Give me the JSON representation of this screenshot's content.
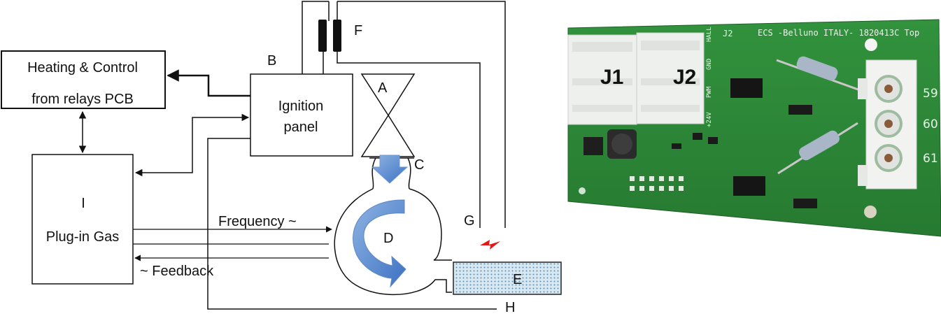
{
  "diagram": {
    "heating_control": {
      "line1": "Heating & Control",
      "line2": "from relays PCB"
    },
    "ignition_panel": {
      "line1": "Ignition",
      "line2": "panel",
      "tag": "B"
    },
    "plugin_gas": {
      "tag": "I",
      "label": "Plug-in Gas"
    },
    "valve_tag": "A",
    "connector_tag": "C",
    "fan_tag": "D",
    "burner_tag": "E",
    "transformer_tag": "F",
    "electrode_tag": "G",
    "ground_tag": "H",
    "frequency_label": "Frequency ~",
    "feedback_label": "~ Feedback"
  },
  "pcb": {
    "silkscreen": "ECS -Belluno ITALY- 1820413C Top",
    "j2_silk": "J2",
    "j1_label": "J1",
    "j2_label": "J2",
    "pin_labels": [
      "59",
      "60",
      "61"
    ],
    "small_silk": [
      "HALL",
      "GND",
      "PWM",
      "+24V"
    ],
    "colors": {
      "board": "#2f8a3a",
      "board_dark": "#237030",
      "connector": "#eef0ee"
    }
  }
}
